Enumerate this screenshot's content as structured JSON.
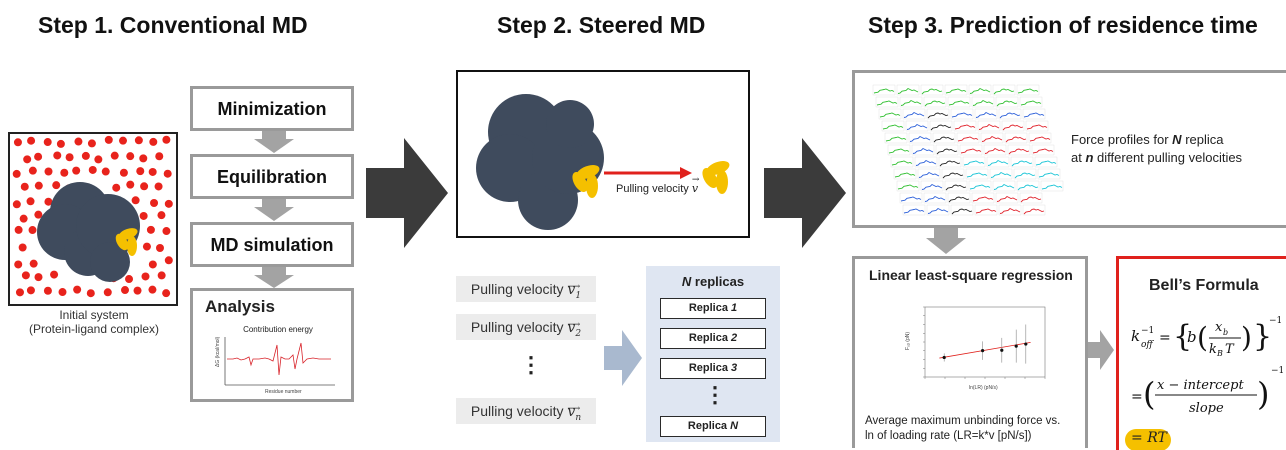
{
  "step1": {
    "title": "Step 1. Conventional MD",
    "flow": [
      "Minimization",
      "Equilibration",
      "MD simulation"
    ],
    "analysis": {
      "label": "Analysis",
      "plot_title": "Contribution energy",
      "ylabel": "ΔG (kcal/mol)",
      "xlabel": "Residue number"
    },
    "system_caption_1": "Initial system",
    "system_caption_2": "(Protein-ligand complex)",
    "colors": {
      "protein": "#3f4b5d",
      "ligand": "#f5c000",
      "solvent": "#e8231c",
      "arrow": "#3b3b3b"
    }
  },
  "step2": {
    "title": "Step 2. Steered MD",
    "pulling_label": "Pulling velocity",
    "velocities": [
      "Pulling velocity",
      "Pulling velocity",
      "Pulling velocity"
    ],
    "vel_subscripts": [
      "1",
      "2",
      "n"
    ],
    "dots": "⋮",
    "replicas_header_n": "N",
    "replicas_header_text": "replicas",
    "replicas": [
      {
        "name": "Replica",
        "idx": "1"
      },
      {
        "name": "Replica",
        "idx": "2"
      },
      {
        "name": "Replica",
        "idx": "3"
      },
      {
        "name": "Replica",
        "idx": "N"
      }
    ],
    "replica_dots": "⋮"
  },
  "step3": {
    "title": "Step 3. Prediction of residence time",
    "force_text_1": "Force profiles for",
    "force_text_N": "N",
    "force_text_1b": "replica",
    "force_text_2a": "at",
    "force_text_n": "n",
    "force_text_2b": "different pulling velocities",
    "regression_title": "Linear least-square regression",
    "regression_caption_1": "Average maximum unbinding force vs.",
    "regression_caption_2": "ln of loading rate (LR=k*v [pN/s])",
    "reg_xlabel": "ln(LR) (pN/s)",
    "reg_ylabel": "Fᵤᵦ (pN)",
    "bell_title": "Bell’s Formula",
    "rt_label": "RT",
    "profile_colors": [
      "#2fbf2f",
      "#2b5fd9",
      "#222222",
      "#e0212a",
      "#18c4d6"
    ]
  },
  "chart_data": {
    "type": "scatter",
    "title": "",
    "xlabel": "ln(LR) (pN/s)",
    "ylabel": "Fᵤᵦ (pN)",
    "xlim": [
      25.5,
      28.0
    ],
    "ylim": [
      380,
      720
    ],
    "points": [
      {
        "x": 25.9,
        "y": 475,
        "err": 20
      },
      {
        "x": 26.7,
        "y": 508,
        "err": 45
      },
      {
        "x": 27.1,
        "y": 510,
        "err": 60
      },
      {
        "x": 27.4,
        "y": 530,
        "err": 80
      },
      {
        "x": 27.6,
        "y": 540,
        "err": 95
      }
    ],
    "fit": {
      "slope": 40,
      "intercept": -560
    }
  }
}
